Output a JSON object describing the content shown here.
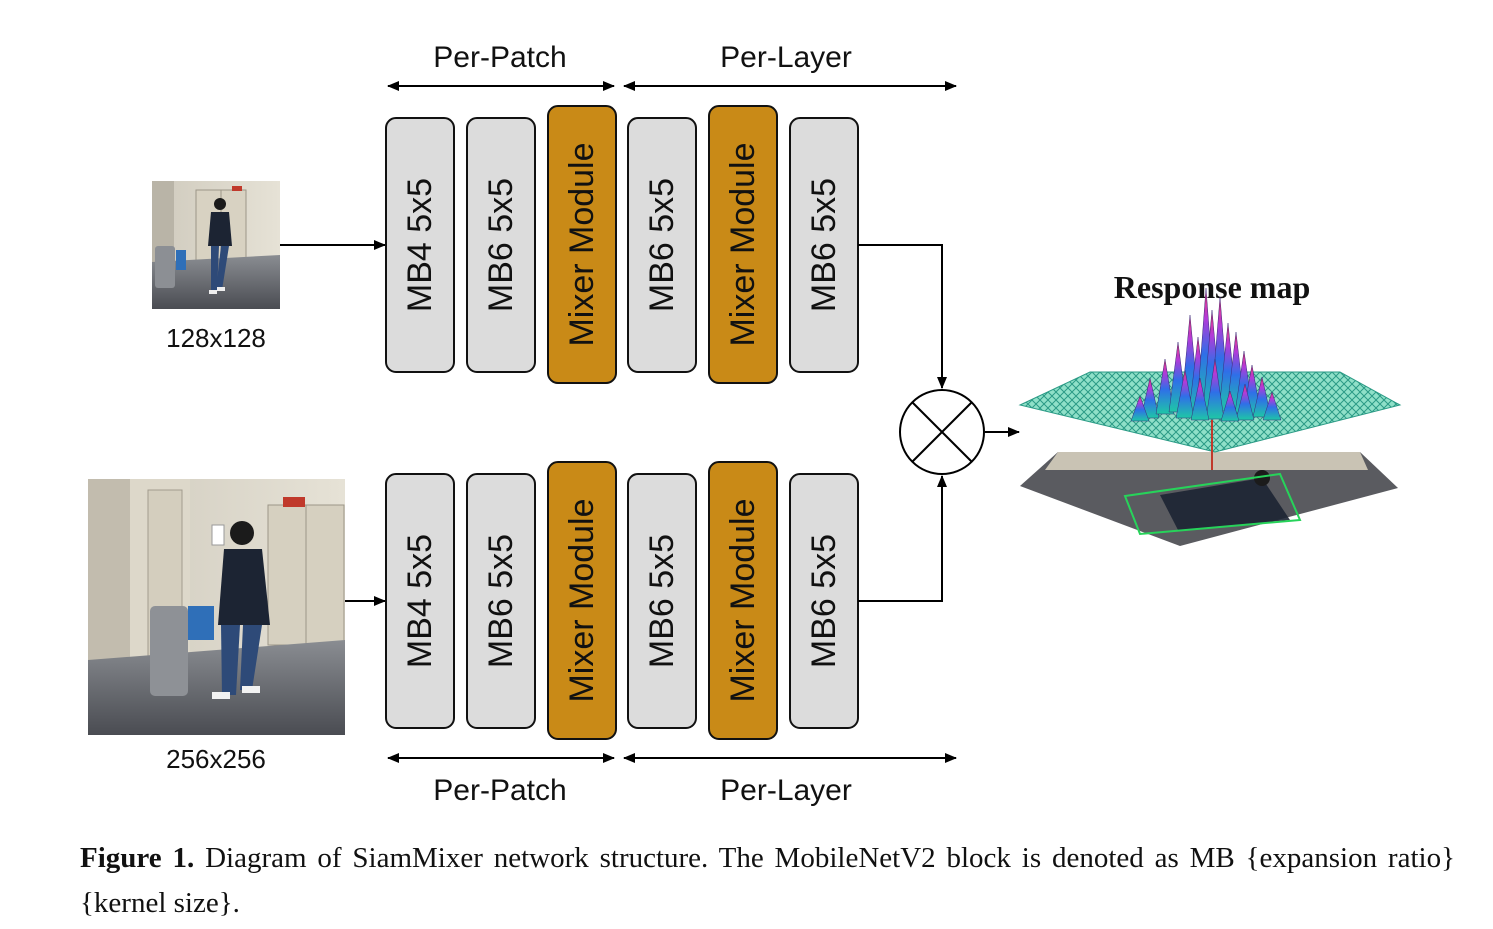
{
  "colors": {
    "mb_block_fill": "#dcdcdc",
    "mixer_block_fill": "#c98a17",
    "block_stroke": "#111111",
    "arrow": "#000000"
  },
  "top_branch": {
    "image_label": "128x128",
    "blocks": [
      {
        "label": "MB4 5x5",
        "kind": "mb"
      },
      {
        "label": "MB6 5x5",
        "kind": "mb"
      },
      {
        "label": "Mixer Module",
        "kind": "mixer"
      },
      {
        "label": "MB6 5x5",
        "kind": "mb"
      },
      {
        "label": "Mixer Module",
        "kind": "mixer"
      },
      {
        "label": "MB6 5x5",
        "kind": "mb"
      }
    ],
    "per_patch_label": "Per-Patch",
    "per_layer_label": "Per-Layer"
  },
  "bottom_branch": {
    "image_label": "256x256",
    "blocks": [
      {
        "label": "MB4 5x5",
        "kind": "mb"
      },
      {
        "label": "MB6 5x5",
        "kind": "mb"
      },
      {
        "label": "Mixer Module",
        "kind": "mixer"
      },
      {
        "label": "MB6 5x5",
        "kind": "mb"
      },
      {
        "label": "Mixer Module",
        "kind": "mixer"
      },
      {
        "label": "MB6 5x5",
        "kind": "mb"
      }
    ],
    "per_patch_label": "Per-Patch",
    "per_layer_label": "Per-Layer"
  },
  "operator_icon": "cross-correlation-icon",
  "response_map": {
    "title": "Response map"
  },
  "caption": {
    "label": "Figure 1.",
    "text": "Diagram of SiamMixer network structure. The MobileNetV2 block is denoted as MB {expansion ratio} {kernel size}."
  }
}
